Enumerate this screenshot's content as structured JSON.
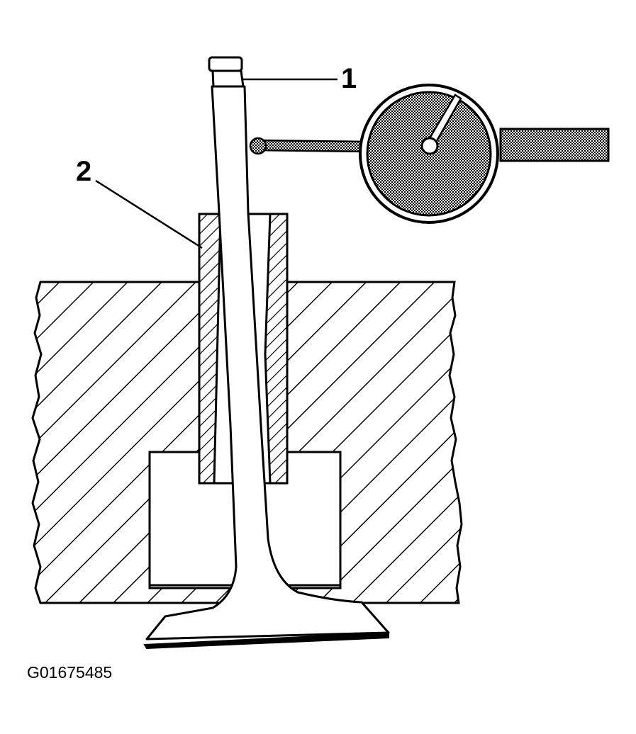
{
  "callouts": [
    {
      "number": "1"
    },
    {
      "number": "2"
    }
  ],
  "figure_id": "G01675485",
  "colors": {
    "line": "#000000",
    "background": "#ffffff",
    "gauge_shading": "#8c8c8c"
  }
}
